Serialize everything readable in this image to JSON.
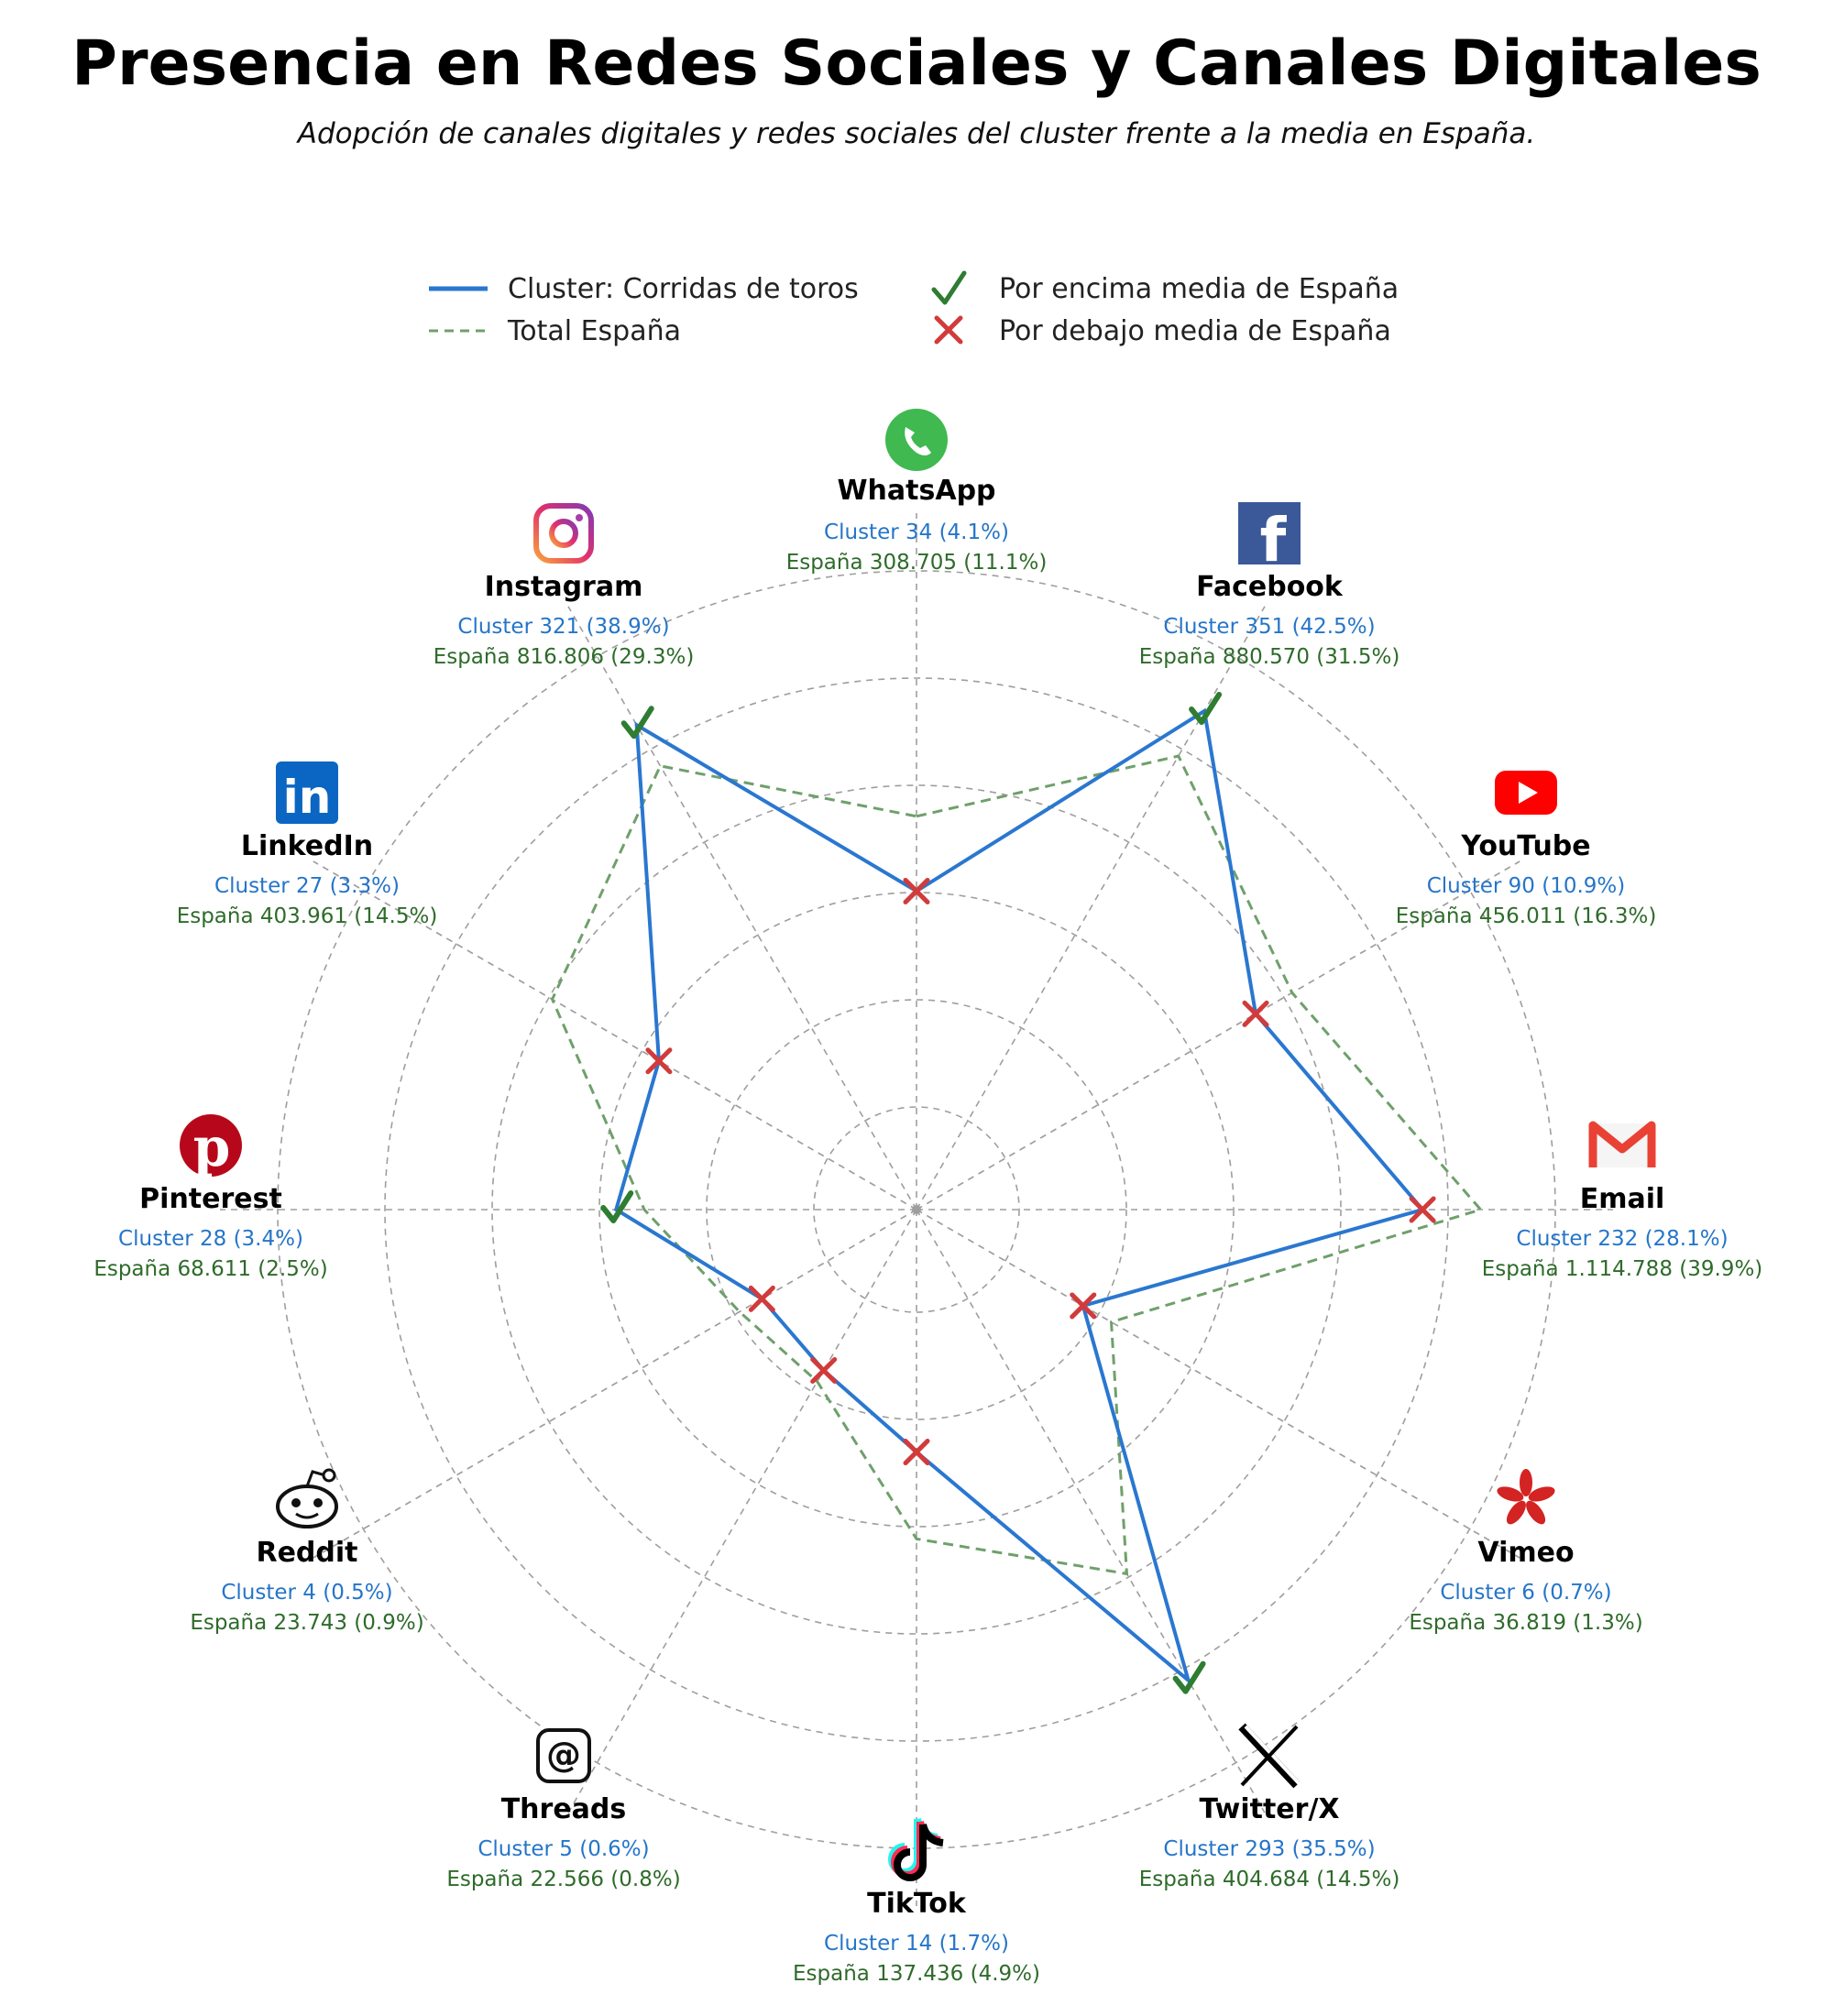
{
  "title": "Presencia en Redes Sociales y Canales Digitales",
  "subtitle": "Adopción de canales digitales y redes sociales del cluster frente a la media en España.",
  "legend": {
    "cluster": "Cluster: Corridas de toros",
    "spain": "Total España",
    "above": "Por encima media de España",
    "below": "Por debajo media de España"
  },
  "colors": {
    "cluster": "#2a77d0",
    "spain": "#6fa06b",
    "above": "#2e7d32",
    "below": "#d13b3b",
    "grid": "#9e9e9e"
  },
  "chart_data": {
    "type": "radar",
    "title": "Presencia en Redes Sociales y Canales Digitales",
    "subtitle": "Adopción de canales digitales y redes sociales del cluster frente a la media en España.",
    "rlim": [
      0,
      45
    ],
    "grid": true,
    "legend_position": "top",
    "series": [
      {
        "name": "Cluster: Corridas de toros",
        "values": [
          4.1,
          42.5,
          10.9,
          28.1,
          0.7,
          35.5,
          1.7,
          0.6,
          0.5,
          3.4,
          3.3,
          38.9
        ]
      },
      {
        "name": "Total España",
        "values": [
          11.1,
          31.5,
          16.3,
          39.9,
          1.3,
          14.5,
          4.9,
          0.8,
          0.9,
          2.5,
          14.5,
          29.3
        ]
      }
    ],
    "categories": [
      {
        "name": "WhatsApp",
        "icon": "whatsapp-icon",
        "cluster": "Cluster 34 (4.1%)",
        "spain": "España 308.705 (11.1%)",
        "status": "below"
      },
      {
        "name": "Facebook",
        "icon": "facebook-icon",
        "cluster": "Cluster 351 (42.5%)",
        "spain": "España 880.570 (31.5%)",
        "status": "above"
      },
      {
        "name": "YouTube",
        "icon": "youtube-icon",
        "cluster": "Cluster 90 (10.9%)",
        "spain": "España 456.011 (16.3%)",
        "status": "below"
      },
      {
        "name": "Email",
        "icon": "gmail-icon",
        "cluster": "Cluster 232 (28.1%)",
        "spain": "España 1.114.788 (39.9%)",
        "status": "below"
      },
      {
        "name": "Vimeo",
        "icon": "vimeo-icon",
        "cluster": "Cluster 6 (0.7%)",
        "spain": "España 36.819 (1.3%)",
        "status": "below"
      },
      {
        "name": "Twitter/X",
        "icon": "x-icon",
        "cluster": "Cluster 293 (35.5%)",
        "spain": "España 404.684 (14.5%)",
        "status": "above"
      },
      {
        "name": "TikTok",
        "icon": "tiktok-icon",
        "cluster": "Cluster 14 (1.7%)",
        "spain": "España 137.436 (4.9%)",
        "status": "below"
      },
      {
        "name": "Threads",
        "icon": "threads-icon",
        "cluster": "Cluster 5 (0.6%)",
        "spain": "España 22.566 (0.8%)",
        "status": "below"
      },
      {
        "name": "Reddit",
        "icon": "reddit-icon",
        "cluster": "Cluster 4 (0.5%)",
        "spain": "España 23.743 (0.9%)",
        "status": "below"
      },
      {
        "name": "Pinterest",
        "icon": "pinterest-icon",
        "cluster": "Cluster 28 (3.4%)",
        "spain": "España 68.611 (2.5%)",
        "status": "above"
      },
      {
        "name": "LinkedIn",
        "icon": "linkedin-icon",
        "cluster": "Cluster 27 (3.3%)",
        "spain": "España 403.961 (14.5%)",
        "status": "below"
      },
      {
        "name": "Instagram",
        "icon": "instagram-icon",
        "cluster": "Cluster 321 (38.9%)",
        "spain": "España 816.806 (29.3%)",
        "status": "above"
      }
    ]
  }
}
